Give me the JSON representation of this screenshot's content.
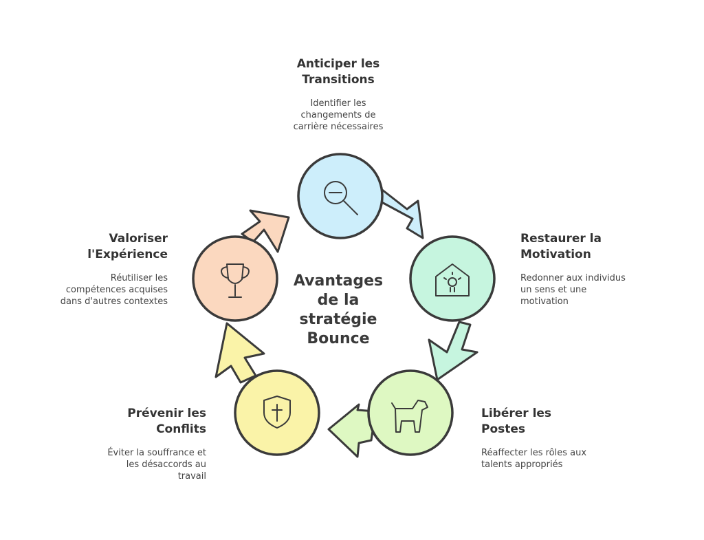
{
  "center": {
    "line1": "Avantages",
    "line2": "de la",
    "line3": "stratégie",
    "line4": "Bounce"
  },
  "steps": [
    {
      "title1": "Anticiper les",
      "title2": "Transitions",
      "desc1": "Identifier les",
      "desc2": "changements de",
      "desc3": "carrière nécessaires",
      "icon": "magnifier-icon",
      "color": "#cdeefb"
    },
    {
      "title1": "Restaurer la",
      "title2": "Motivation",
      "desc1": "Redonner aux individus",
      "desc2": "un sens et une",
      "desc3": "motivation",
      "icon": "lightbulb-house-icon",
      "color": "#c6f5df"
    },
    {
      "title1": "Libérer les",
      "title2": "Postes",
      "desc1": "Réaffecter les rôles aux",
      "desc2": "talents appropriés",
      "desc3": "",
      "icon": "dog-icon",
      "color": "#def8c2"
    },
    {
      "title1": "Prévenir les",
      "title2": "Conflits",
      "desc1": "Éviter la souffrance et",
      "desc2": "les désaccords au",
      "desc3": "travail",
      "icon": "shield-cross-icon",
      "color": "#faf3a8"
    },
    {
      "title1": "Valoriser",
      "title2": "l'Expérience",
      "desc1": "Réutiliser les",
      "desc2": "compétences acquises",
      "desc3": "dans d'autres contextes",
      "icon": "trophy-icon",
      "color": "#fbd8bf"
    }
  ]
}
